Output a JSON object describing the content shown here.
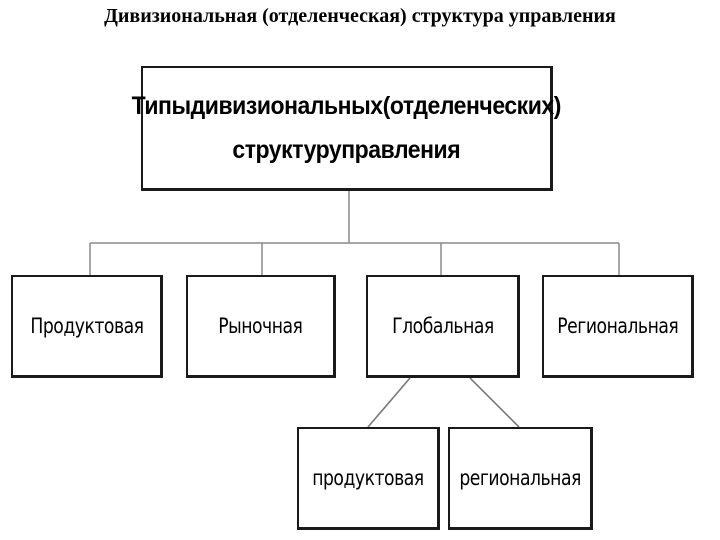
{
  "title": "Дивизиональная (отделенческая) структура управления",
  "root": {
    "line1": "Типыдивизиональных(отделенческих)",
    "line2": "структуруправления"
  },
  "types": [
    {
      "label": "Продуктовая"
    },
    {
      "label": "Рыночная"
    },
    {
      "label": "Глобальная"
    },
    {
      "label": "Региональная"
    }
  ],
  "global_subtypes": [
    {
      "label": "продуктовая"
    },
    {
      "label": "региональная"
    }
  ],
  "colors": {
    "border": "#1a1a1a",
    "connector": "#8a8a8a",
    "background": "#ffffff"
  }
}
